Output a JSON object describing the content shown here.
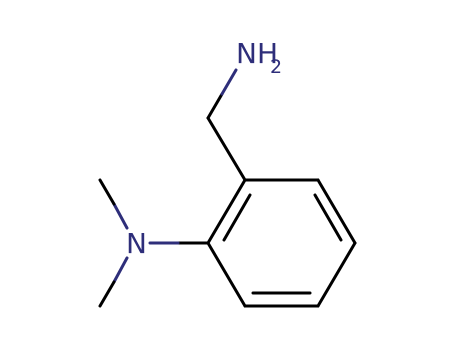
{
  "molecule": {
    "atoms": {
      "amine_top": {
        "symbol": "NH",
        "subscript": "2"
      },
      "amine_left": {
        "symbol": "N"
      }
    },
    "colors": {
      "bond": "#000000",
      "heteroatom": "#2e2e7a",
      "background": "#ffffff"
    }
  }
}
